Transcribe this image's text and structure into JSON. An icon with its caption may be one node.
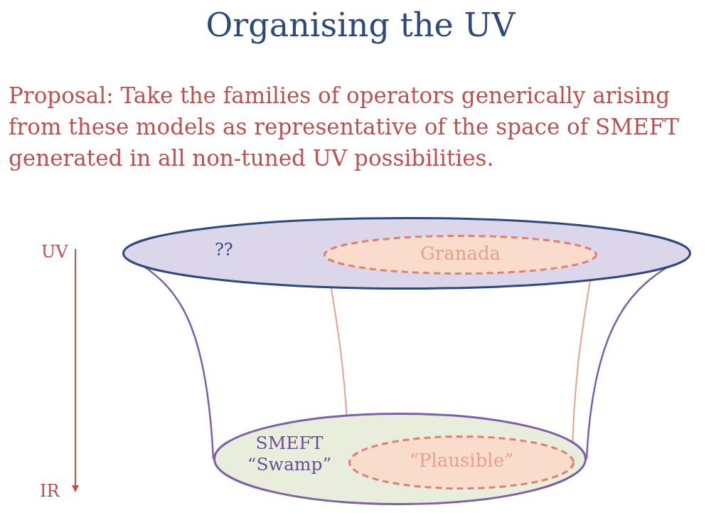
{
  "diagram": {
    "title": "Organising the UV",
    "nodes": [
      {
        "text": [
          "??"
        ]
      },
      {
        "text": [
          "Granada"
        ],
        "in": 0
      },
      {
        "text": [
          "SMEFT “Swamp”"
        ]
      },
      {
        "text": [
          "“Plausible”"
        ],
        "in": 2
      }
    ],
    "edges": [],
    "labels": [
      "Proposal:  Take the families of operators generically arising from these models as representative of the space of SMEFT generated in all non-tuned UV possibilities.",
      "UV",
      "IR"
    ]
  }
}
